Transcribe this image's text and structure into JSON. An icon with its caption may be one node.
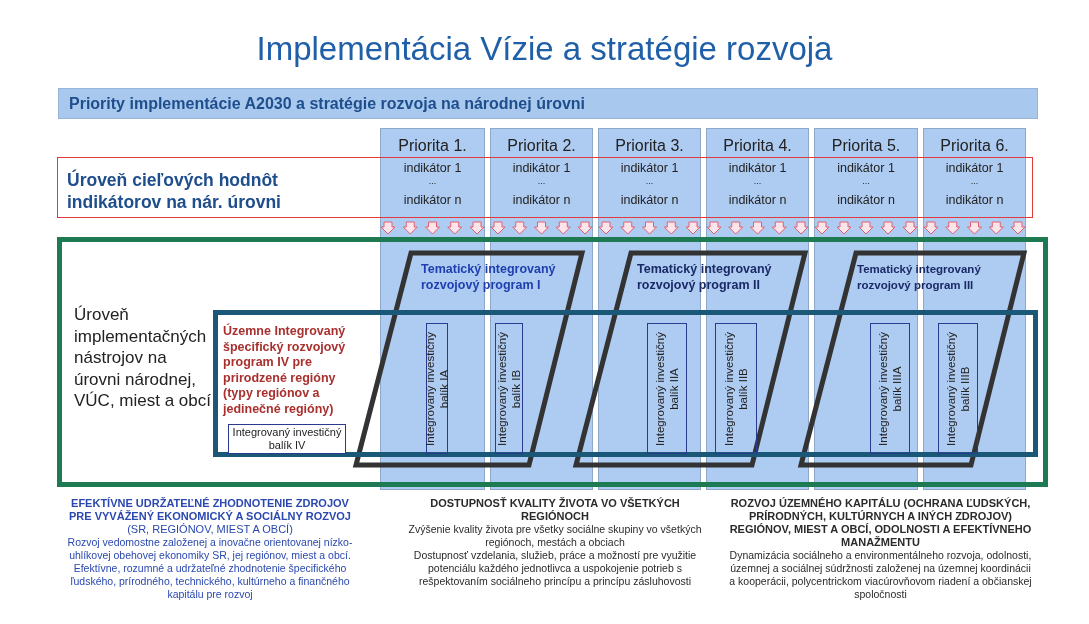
{
  "diagram": {
    "title": "Implementácia Vízie a stratégie rozvoja",
    "nodes": [
      {
        "text": [
          "Priority implementácie A2030 a stratégie rozvoja na národnej úrovni"
        ]
      },
      {
        "text": [
          "Úroveň cieľových hodnôt indikátorov na nár. úrovni"
        ]
      },
      {
        "text": [
          "Priorita 1.",
          "indikátor 1",
          "...",
          "indikátor n"
        ]
      },
      {
        "text": [
          "Priorita 2.",
          "indikátor 1",
          "...",
          "indikátor n"
        ]
      },
      {
        "text": [
          "Priorita 3.",
          "indikátor 1",
          "...",
          "indikátor n"
        ]
      },
      {
        "text": [
          "Priorita 4.",
          "indikátor 1",
          "...",
          "indikátor n"
        ]
      },
      {
        "text": [
          "Priorita 5.",
          "indikátor 1",
          "...",
          "indikátor n"
        ]
      },
      {
        "text": [
          "Priorita 6.",
          "indikátor 1",
          "...",
          "indikátor n"
        ]
      },
      {
        "text": [
          "Úroveň implementačných nástrojov na úrovni národnej, VÚC, miest a obcí"
        ]
      },
      {
        "text": [
          "Územne Integrovaný špecifický rozvojový program IV pre prirodzené regióny (typy regiónov a jedinečné regióny)"
        ],
        "in": 8
      },
      {
        "text": [
          "Integrovaný investičný balík IV"
        ],
        "in": 9
      },
      {
        "text": [
          "Tematický integrovaný rozvojový program I"
        ],
        "in": 8
      },
      {
        "text": [
          "Tematický integrovaný rozvojový program II"
        ],
        "in": 8
      },
      {
        "text": [
          "Tematický integrovaný rozvojový program III"
        ],
        "in": 8
      },
      {
        "text": [
          "Integrovaný investičný balík IA"
        ]
      },
      {
        "text": [
          "Integrovaný investičný balík IB"
        ]
      },
      {
        "text": [
          "Integrovaný investičný balík IIA"
        ]
      },
      {
        "text": [
          "Integrovaný investičný balík IIB"
        ]
      },
      {
        "text": [
          "Integrovaný investičný balík IIIA"
        ]
      },
      {
        "text": [
          "Integrovaný investičný balík IIIB"
        ]
      }
    ],
    "labels": [
      "EFEKTÍVNE UDRŽATEĽNÉ ZHODNOTENIE ZDROJOV PRE VYVÁŽENÝ EKONOMICKÝ A SOCIÁLNY ROZVOJ",
      "(SR, REGIÓNOV, MIEST A OBCÍ)",
      "Rozvoj vedomostne založenej a inovačne orientovanej nízko-uhlíkovej obehovej ekonomiky SR, jej regiónov, miest a obcí. Efektívne, rozumné a udržateľné zhodnotenie špecifického ľudského, prírodného, technického, kultúrneho a finančného kapitálu pre rozvoj",
      "DOSTUPNOSŤ KVALITY ŽIVOTA VO VŠETKÝCH REGIÓNOCH",
      "Zvýšenie kvality života pre všetky sociálne skupiny vo všetkých regiónoch, mestách a obciach",
      "Dostupnosť vzdelania, služieb, práce a možností pre využitie potenciálu každého jednotlivca a uspokojenie potrieb s rešpektovaním sociálneho princípu a princípu zásluhovosti",
      "ROZVOJ ÚZEMNÉHO KAPITÁLU (OCHRANA ĽUDSKÝCH, PRÍRODNÝCH, KULTÚRNYCH A INÝCH ZDROJOV) REGIÓNOV, MIEST A OBCÍ, ODOLNOSTI A EFEKTÍVNEHO MANAŽMENTU",
      "Dynamizácia sociálneho a environmentálneho rozvoja, odolnosti, územnej a sociálnej súdržnosti založenej na územnej koordinácii a kooperácii, polycentrickom viacúrovňovom riadení a občianskej spoločnosti"
    ]
  }
}
